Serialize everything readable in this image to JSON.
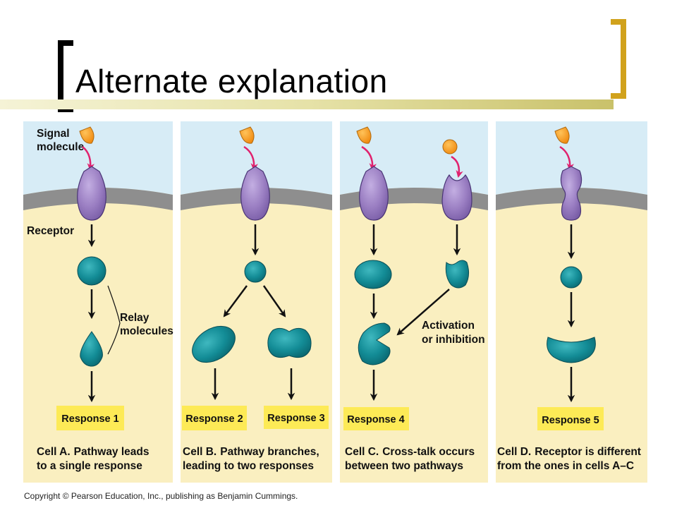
{
  "title": "Alternate explanation",
  "copyright": "Copyright © Pearson Education, Inc., publishing as Benjamin Cummings.",
  "colors": {
    "extracellular": "#d7ecf6",
    "cytoplasm": "#faefc0",
    "membrane": "#8e8e8e",
    "receptor": "#9a7ec2",
    "signal_molecule": "#f39a1e",
    "relay_molecule": "#138c96",
    "response_box": "#fdea56",
    "arrow_signal": "#e0226e",
    "accent_bracket": "#d1a21c"
  },
  "labels": {
    "signal_molecule": [
      "Signal",
      "molecule"
    ],
    "receptor": "Receptor",
    "relay_molecules": [
      "Relay",
      "molecules"
    ],
    "activation_inhibition": [
      "Activation",
      "or inhibition"
    ]
  },
  "panels": [
    {
      "responses": [
        "Response 1"
      ],
      "caption_bold": "Cell A.",
      "caption_lines": [
        "Pathway leads",
        "to a single response"
      ]
    },
    {
      "responses": [
        "Response 2",
        "Response 3"
      ],
      "caption_bold": "Cell B.",
      "caption_lines": [
        "Pathway branches,",
        "leading to two responses"
      ]
    },
    {
      "responses": [
        "Response 4"
      ],
      "caption_bold": "Cell C.",
      "caption_lines": [
        "Cross-talk occurs",
        "between two pathways"
      ]
    },
    {
      "responses": [
        "Response 5"
      ],
      "caption_bold": "Cell D.",
      "caption_lines": [
        "Receptor is different",
        "from the ones in cells A–C"
      ]
    }
  ]
}
